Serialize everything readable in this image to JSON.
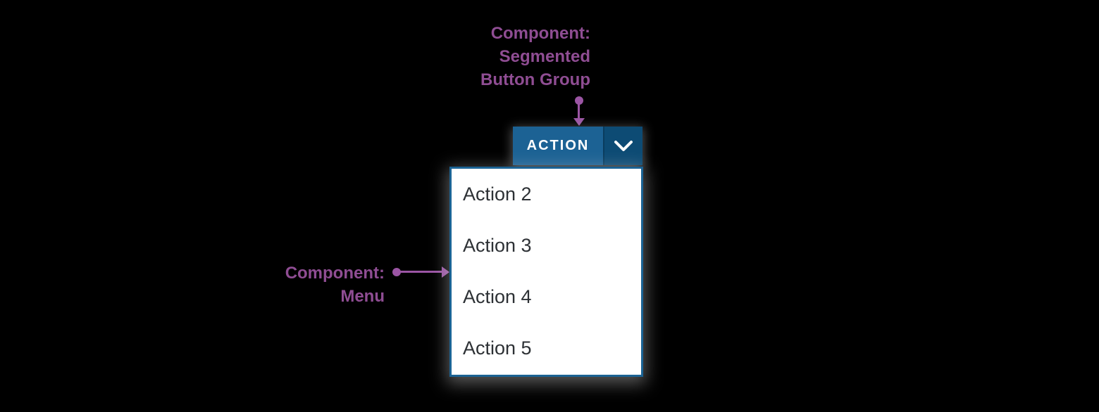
{
  "annotations": {
    "top": {
      "prefix": "Component:",
      "name_line1": "Segmented",
      "name_line2": "Button Group"
    },
    "left": {
      "prefix": "Component:",
      "name": "Menu"
    },
    "text_color": "#8F4D93",
    "connector_color": "#9B55A4"
  },
  "button_group": {
    "action_label": "ACTION",
    "primary_color": "#1C6294",
    "dropdown_segment_color": "#0D4B74",
    "label_color": "#FFFFFF",
    "chevron_icon": "chevron-down-icon"
  },
  "menu": {
    "border_color": "#1B6394",
    "background_color": "#FFFFFF",
    "item_text_color": "#2D3135",
    "items": [
      {
        "label": "Action 2"
      },
      {
        "label": "Action 3"
      },
      {
        "label": "Action 4"
      },
      {
        "label": "Action 5"
      }
    ]
  },
  "canvas": {
    "background_color": "#000000"
  }
}
